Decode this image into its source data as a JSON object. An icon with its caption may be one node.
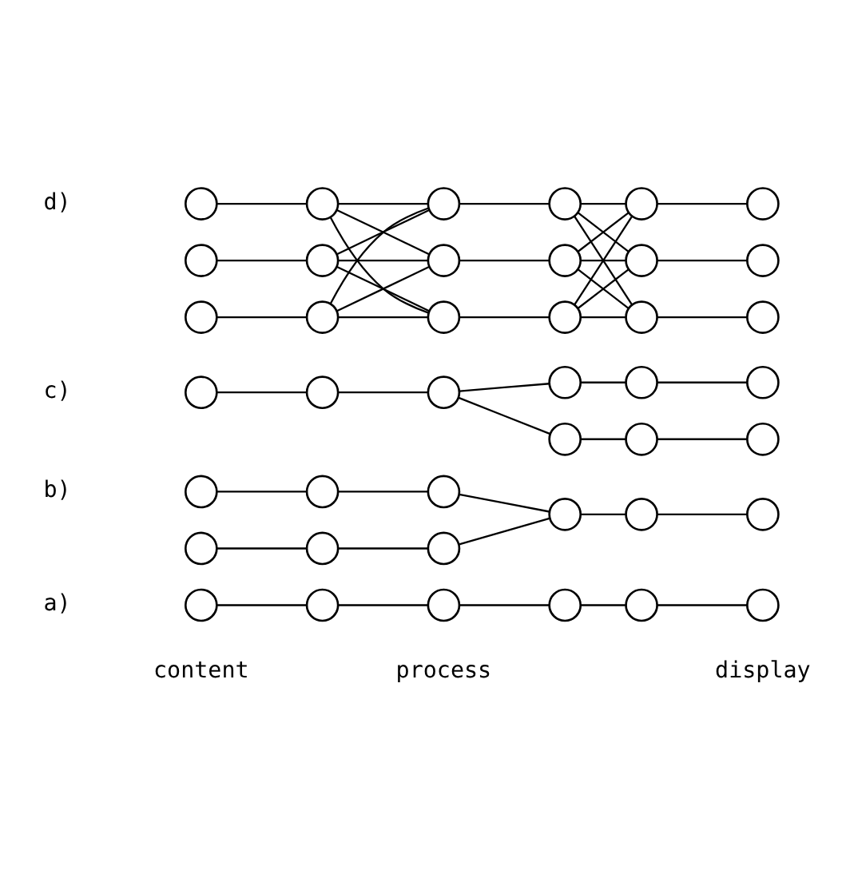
{
  "diagram": {
    "nodes": [
      {
        "text": [],
        "shape": "circle"
      },
      {
        "text": [],
        "shape": "circle"
      },
      {
        "text": [],
        "shape": "circle"
      },
      {
        "text": [],
        "shape": "circle"
      },
      {
        "text": [],
        "shape": "circle"
      },
      {
        "text": [],
        "shape": "circle"
      },
      {
        "text": [],
        "shape": "circle"
      },
      {
        "text": [],
        "shape": "circle"
      },
      {
        "text": [],
        "shape": "circle"
      },
      {
        "text": [],
        "shape": "circle"
      },
      {
        "text": [],
        "shape": "circle"
      },
      {
        "text": [],
        "shape": "circle"
      },
      {
        "text": [],
        "shape": "circle"
      },
      {
        "text": [],
        "shape": "circle"
      },
      {
        "text": [],
        "shape": "circle"
      },
      {
        "text": [],
        "shape": "circle"
      },
      {
        "text": [],
        "shape": "circle"
      },
      {
        "text": [],
        "shape": "circle"
      },
      {
        "text": [],
        "shape": "circle"
      },
      {
        "text": [],
        "shape": "circle"
      },
      {
        "text": [],
        "shape": "circle"
      },
      {
        "text": [],
        "shape": "circle"
      },
      {
        "text": [],
        "shape": "circle"
      },
      {
        "text": [],
        "shape": "circle"
      },
      {
        "text": [],
        "shape": "circle"
      },
      {
        "text": [],
        "shape": "circle"
      },
      {
        "text": [],
        "shape": "circle"
      },
      {
        "text": [],
        "shape": "circle"
      },
      {
        "text": [],
        "shape": "circle"
      },
      {
        "text": [],
        "shape": "circle"
      },
      {
        "text": [],
        "shape": "circle"
      },
      {
        "text": [],
        "shape": "circle"
      },
      {
        "text": [],
        "shape": "circle"
      },
      {
        "text": [],
        "shape": "circle"
      },
      {
        "text": [],
        "shape": "circle"
      },
      {
        "text": [],
        "shape": "circle"
      },
      {
        "text": [],
        "shape": "circle"
      },
      {
        "text": [],
        "shape": "circle"
      },
      {
        "text": [],
        "shape": "circle"
      },
      {
        "text": [],
        "shape": "circle"
      },
      {
        "text": [],
        "shape": "circle"
      },
      {
        "text": [],
        "shape": "circle"
      }
    ],
    "edges": [
      {
        "from": 0,
        "to": 1,
        "arrow": "none"
      },
      {
        "from": 1,
        "to": 2,
        "arrow": "none"
      },
      {
        "from": 2,
        "to": 3,
        "arrow": "none"
      },
      {
        "from": 3,
        "to": 4,
        "arrow": "none"
      },
      {
        "from": 4,
        "to": 5,
        "arrow": "none"
      },
      {
        "from": 6,
        "to": 7,
        "arrow": "none"
      },
      {
        "from": 7,
        "to": 8,
        "arrow": "none"
      },
      {
        "from": 8,
        "to": 9,
        "arrow": "none"
      },
      {
        "from": 12,
        "to": 13,
        "arrow": "none"
      },
      {
        "from": 13,
        "to": 14,
        "arrow": "none"
      },
      {
        "from": 14,
        "to": 9,
        "arrow": "none"
      },
      {
        "from": 9,
        "to": 10,
        "arrow": "none"
      },
      {
        "from": 10,
        "to": 11,
        "arrow": "none"
      },
      {
        "from": 18,
        "to": 19,
        "arrow": "none"
      },
      {
        "from": 19,
        "to": 20,
        "arrow": "none"
      },
      {
        "from": 20,
        "to": 15,
        "arrow": "none"
      },
      {
        "from": 20,
        "to": 21,
        "arrow": "none"
      },
      {
        "from": 15,
        "to": 16,
        "arrow": "none"
      },
      {
        "from": 16,
        "to": 17,
        "arrow": "none"
      },
      {
        "from": 21,
        "to": 22,
        "arrow": "none"
      },
      {
        "from": 22,
        "to": 23,
        "arrow": "none"
      },
      {
        "from": 24,
        "to": 25,
        "arrow": "none"
      },
      {
        "from": 30,
        "to": 31,
        "arrow": "none"
      },
      {
        "from": 36,
        "to": 37,
        "arrow": "none"
      },
      {
        "from": 25,
        "to": 26,
        "arrow": "none"
      },
      {
        "from": 25,
        "to": 32,
        "arrow": "none"
      },
      {
        "from": 25,
        "to": 38,
        "arrow": "none"
      },
      {
        "from": 31,
        "to": 26,
        "arrow": "none"
      },
      {
        "from": 31,
        "to": 32,
        "arrow": "none"
      },
      {
        "from": 31,
        "to": 38,
        "arrow": "none"
      },
      {
        "from": 37,
        "to": 26,
        "arrow": "none"
      },
      {
        "from": 37,
        "to": 32,
        "arrow": "none"
      },
      {
        "from": 37,
        "to": 38,
        "arrow": "none"
      },
      {
        "from": 26,
        "to": 27,
        "arrow": "none"
      },
      {
        "from": 32,
        "to": 33,
        "arrow": "none"
      },
      {
        "from": 38,
        "to": 39,
        "arrow": "none"
      },
      {
        "from": 27,
        "to": 28,
        "arrow": "none"
      },
      {
        "from": 27,
        "to": 34,
        "arrow": "none"
      },
      {
        "from": 27,
        "to": 40,
        "arrow": "none"
      },
      {
        "from": 33,
        "to": 28,
        "arrow": "none"
      },
      {
        "from": 33,
        "to": 34,
        "arrow": "none"
      },
      {
        "from": 33,
        "to": 40,
        "arrow": "none"
      },
      {
        "from": 39,
        "to": 28,
        "arrow": "none"
      },
      {
        "from": 39,
        "to": 34,
        "arrow": "none"
      },
      {
        "from": 39,
        "to": 40,
        "arrow": "none"
      },
      {
        "from": 28,
        "to": 29,
        "arrow": "none"
      },
      {
        "from": 34,
        "to": 35,
        "arrow": "none"
      },
      {
        "from": 40,
        "to": 41,
        "arrow": "none"
      }
    ],
    "labels": [
      "content",
      "process",
      "display",
      "a)",
      "b)",
      "c)",
      "d)"
    ]
  }
}
